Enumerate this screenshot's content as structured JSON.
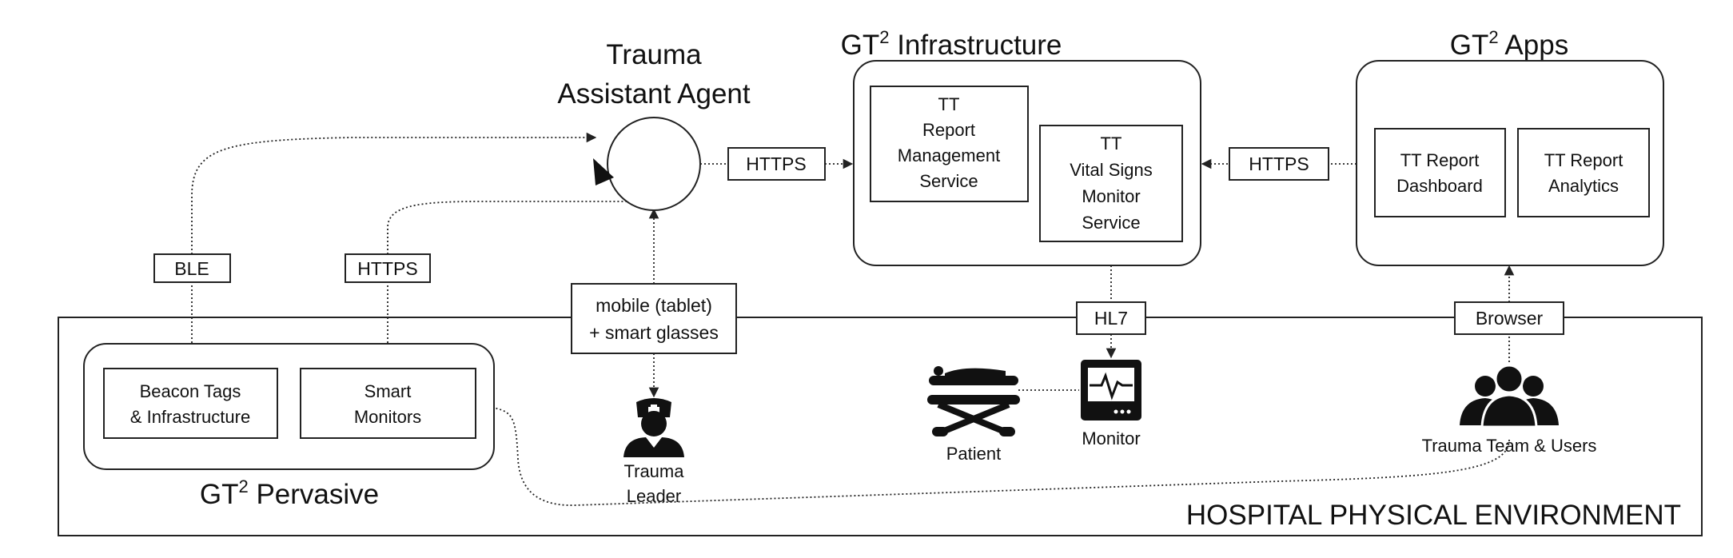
{
  "agent": {
    "title_line1": "Trauma",
    "title_line2": "Assistant Agent"
  },
  "infrastructure": {
    "title_prefix": "GT",
    "title_sup": "2",
    "title_suffix": " Infrastructure",
    "report_service": [
      "TT",
      "Report",
      "Management",
      "Service"
    ],
    "vital_service": [
      "TT",
      "Vital Signs",
      "Monitor",
      "Service"
    ]
  },
  "apps": {
    "title_prefix": "GT",
    "title_sup": "2",
    "title_suffix": " Apps",
    "dashboard": [
      "TT Report",
      "Dashboard"
    ],
    "analytics": [
      "TT Report",
      "Analytics"
    ]
  },
  "pervasive": {
    "title_prefix": "GT",
    "title_sup": "2",
    "title_suffix": " Pervasive",
    "beacon": [
      "Beacon Tags",
      "& Infrastructure"
    ],
    "smart_monitors": [
      "Smart",
      "Monitors"
    ]
  },
  "connectors": {
    "https_agent_infra": "HTTPS",
    "https_apps_infra": "HTTPS",
    "ble": "BLE",
    "https_monitors": "HTTPS",
    "mobile": [
      "mobile (tablet)",
      "+ smart glasses"
    ],
    "hl7": "HL7",
    "browser": "Browser"
  },
  "actors": {
    "trauma_leader": [
      "Trauma",
      "Leader"
    ],
    "patient": "Patient",
    "monitor": "Monitor",
    "team": "Trauma Team & Users"
  },
  "environment_label": "HOSPITAL PHYSICAL ENVIRONMENT",
  "icons": [
    "nurse-icon",
    "patient-bed-icon",
    "monitor-icon",
    "people-group-icon"
  ]
}
